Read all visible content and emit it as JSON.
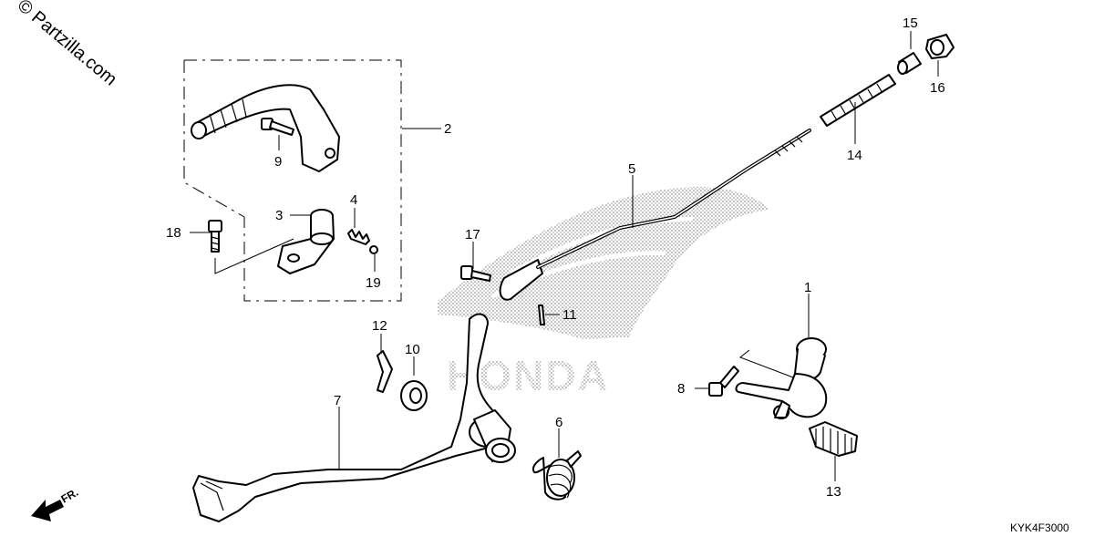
{
  "watermark": "© Partzilla.com",
  "logo_text": "HONDA",
  "diagram_code": "KYK4F3000",
  "front_arrow_label": "FR.",
  "callouts": [
    {
      "id": "c1",
      "text": "1"
    },
    {
      "id": "c2",
      "text": "2"
    },
    {
      "id": "c3",
      "text": "3"
    },
    {
      "id": "c4",
      "text": "4"
    },
    {
      "id": "c5",
      "text": "5"
    },
    {
      "id": "c6",
      "text": "6"
    },
    {
      "id": "c7",
      "text": "7"
    },
    {
      "id": "c8",
      "text": "8"
    },
    {
      "id": "c9",
      "text": "9"
    },
    {
      "id": "c10",
      "text": "10"
    },
    {
      "id": "c11",
      "text": "11"
    },
    {
      "id": "c12",
      "text": "12"
    },
    {
      "id": "c13",
      "text": "13"
    },
    {
      "id": "c14",
      "text": "14"
    },
    {
      "id": "c15",
      "text": "15"
    },
    {
      "id": "c16",
      "text": "16"
    },
    {
      "id": "c17",
      "text": "17"
    },
    {
      "id": "c18",
      "text": "18"
    },
    {
      "id": "c19",
      "text": "19"
    }
  ]
}
